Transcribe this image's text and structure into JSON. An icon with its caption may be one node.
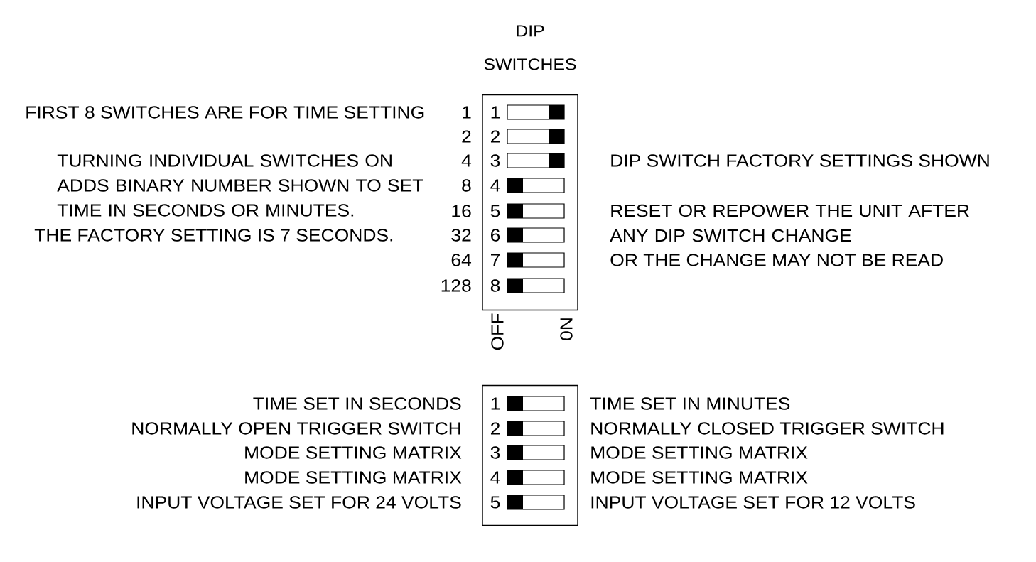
{
  "diagram": {
    "nodes": [
      {
        "text": [
          "DIP SWITCHES"
        ]
      },
      {
        "text": [
          "1"
        ],
        "beside": [
          "1"
        ],
        "in": 0
      },
      {
        "text": [
          "2"
        ],
        "beside": [
          "2"
        ],
        "in": 0
      },
      {
        "text": [
          "3"
        ],
        "beside": [
          "4"
        ],
        "in": 0
      },
      {
        "text": [
          "4"
        ],
        "beside": [
          "8"
        ],
        "in": 0
      },
      {
        "text": [
          "5"
        ],
        "beside": [
          "16"
        ],
        "in": 0
      },
      {
        "text": [
          "6"
        ],
        "beside": [
          "32"
        ],
        "in": 0
      },
      {
        "text": [
          "7"
        ],
        "beside": [
          "64"
        ],
        "in": 0
      },
      {
        "text": [
          "8"
        ],
        "beside": [
          "128"
        ],
        "in": 0
      },
      {
        "text": [],
        "shape": "box"
      },
      {
        "text": [
          "1"
        ],
        "in": 9
      },
      {
        "text": [
          "2"
        ],
        "in": 9
      },
      {
        "text": [
          "3"
        ],
        "in": 9
      },
      {
        "text": [
          "4"
        ],
        "in": 9
      },
      {
        "text": [
          "5"
        ],
        "in": 9
      }
    ],
    "labels": [
      "FIRST 8 SWITCHES ARE FOR TIME SETTING",
      "TURNING INDIVIDUAL SWITCHES ON ADDS BINARY NUMBER SHOWN TO SET TIME IN SECONDS OR MINUTES.",
      "DIP SWITCH FACTORY SETTINGS SHOWN",
      "RESET OR REPOWER THE UNIT AFTER ANY DIP SWITCH CHANGE",
      "THE FACTORY SETTING IS 7 SECONDS.",
      "OR THE CHANGE MAY NOT BE READ",
      "OFF",
      "0N",
      "TIME SET IN SECONDS",
      "TIME SET IN MINUTES",
      "NORMALLY OPEN TRIGGER SWITCH",
      "NORMALLY CLOSED TRIGGER SWITCH",
      "MODE SETTING MATRIX",
      "MODE SETTING MATRIX",
      "MODE SETTING MATRIX",
      "MODE SETTING MATRIX",
      "INPUT VOLTAGE SET FOR 24 VOLTS",
      "INPUT VOLTAGE SET FOR 12 VOLTS"
    ]
  }
}
